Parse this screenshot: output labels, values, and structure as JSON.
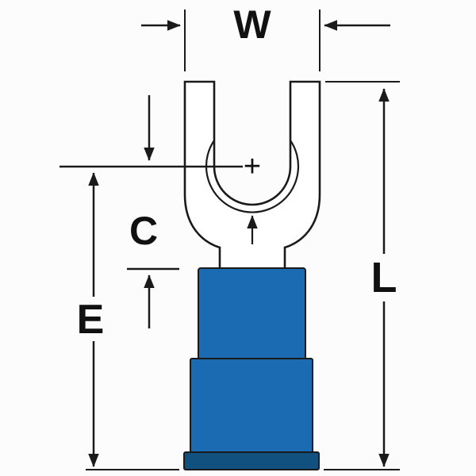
{
  "labels": {
    "w": "W",
    "c": "C",
    "e": "E",
    "l": "L"
  },
  "symbols": {
    "plus": "+"
  },
  "colors": {
    "insulation": "#1a6bb2",
    "insulation_base": "#10517f",
    "outline": "#1a1a1a"
  }
}
